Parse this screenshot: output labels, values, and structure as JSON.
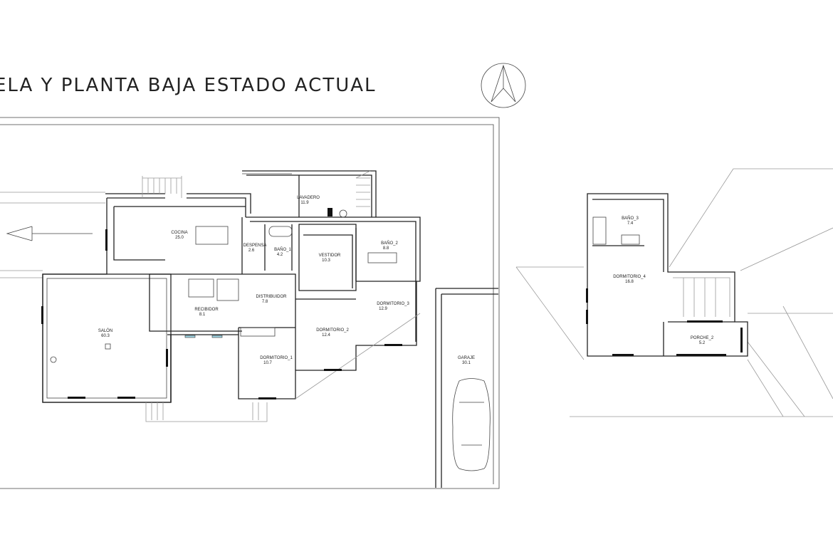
{
  "title": "ELA Y PLANTA BAJA ESTADO ACTUAL",
  "ground_floor": {
    "rooms": [
      {
        "name": "COCINA",
        "area": "25.0"
      },
      {
        "name": "DESPENSA",
        "area": "2.6"
      },
      {
        "name": "BAÑO_1",
        "area": "4.2"
      },
      {
        "name": "LAVADERO",
        "area": "11.9"
      },
      {
        "name": "VESTIDOR",
        "area": "10.3"
      },
      {
        "name": "BAÑO_2",
        "area": "8.8"
      },
      {
        "name": "DISTRIBUIDOR",
        "area": "7.8"
      },
      {
        "name": "DORMITORIO_3",
        "area": "12.9"
      },
      {
        "name": "RECIBIDOR",
        "area": "8.1"
      },
      {
        "name": "SALÓN",
        "area": "60.3"
      },
      {
        "name": "DORMITORIO_2",
        "area": "12.4"
      },
      {
        "name": "DORMITORIO_1",
        "area": "10.7"
      },
      {
        "name": "GARAJE",
        "area": "30.1"
      }
    ]
  },
  "upper_floor": {
    "rooms": [
      {
        "name": "BAÑO_3",
        "area": "7.4"
      },
      {
        "name": "DORMITORIO_4",
        "area": "16.8"
      },
      {
        "name": "PORCHE_2",
        "area": "5.2"
      }
    ]
  },
  "icons": {
    "north": "north-arrow-icon",
    "access": "arrow-left-icon",
    "car": "car-icon"
  }
}
